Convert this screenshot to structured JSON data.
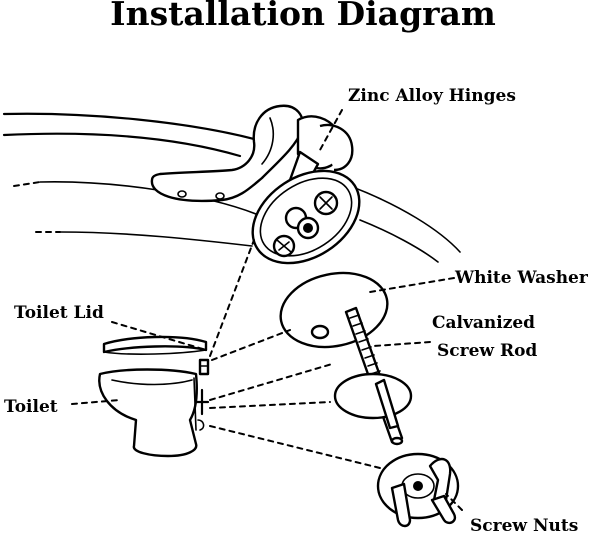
{
  "title": "Installation Diagram",
  "labels": {
    "hinges": "Zinc Alloy Hinges",
    "washer": "White Washer",
    "rod_line1": "Calvanized",
    "rod_line2": "Screw Rod",
    "lid": "Toilet Lid",
    "toilet": "Toilet",
    "nuts": "Screw Nuts"
  }
}
